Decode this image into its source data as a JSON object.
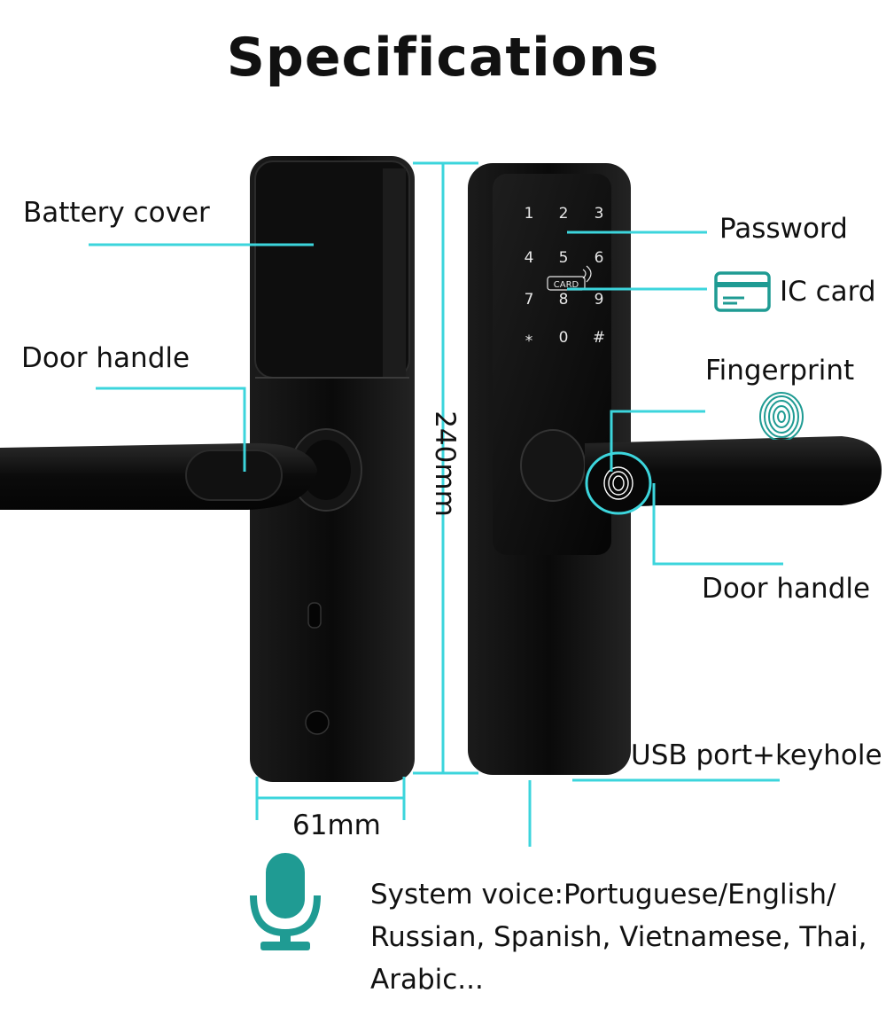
{
  "title": "Specifications",
  "labels": {
    "battery_cover": "Battery cover",
    "door_handle_left": "Door handle",
    "password": "Password",
    "ic_card": "IC card",
    "fingerprint": "Fingerprint",
    "door_handle_right": "Door handle",
    "usb_port": "USB port+keyhole",
    "height": "240mm",
    "width": "61mm"
  },
  "keypad": {
    "keys": [
      "1",
      "2",
      "3",
      "4",
      "5",
      "6",
      "7",
      "8",
      "9",
      "*",
      "0",
      "#"
    ],
    "card_label": "CARD"
  },
  "voice": {
    "lines": [
      "System voice:Portuguese/English/",
      "Russian, Spanish, Vietnamese, Thai,",
      "Arabic..."
    ]
  },
  "colors": {
    "accent": "#3cd5dc",
    "icon_teal": "#1f9b93",
    "lock_body": "#0d0d0d"
  },
  "icons": [
    "credit-card-icon",
    "fingerprint-icon",
    "microphone-icon"
  ]
}
